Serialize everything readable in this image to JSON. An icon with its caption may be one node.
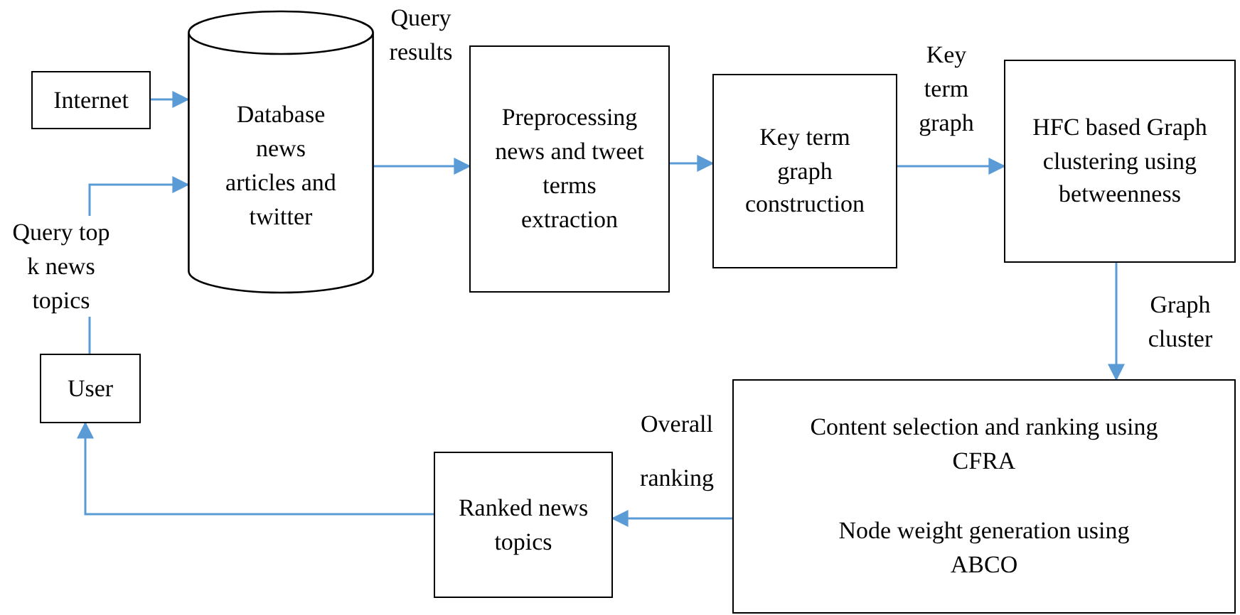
{
  "diagram": {
    "nodes": [
      {
        "text": [
          "Internet"
        ]
      },
      {
        "text": [
          "Database news articles and twitter"
        ]
      },
      {
        "text": [
          "Preprocessing news and tweet terms extraction"
        ]
      },
      {
        "text": [
          "Key term graph construction"
        ]
      },
      {
        "text": [
          "HFC based Graph clustering using betweenness"
        ]
      },
      {
        "text": [
          "Content selection and ranking using CFRA",
          "Node weight generation using ABCO"
        ]
      },
      {
        "text": [
          "Ranked news topics"
        ]
      },
      {
        "text": [
          "User"
        ]
      }
    ],
    "edges": [
      {
        "from": 0,
        "to": 1,
        "arrow": "to"
      },
      {
        "from": 7,
        "to": 1,
        "arrow": "to",
        "label": "Query top k news topics"
      },
      {
        "from": 1,
        "to": 2,
        "arrow": "to",
        "label": "Query results"
      },
      {
        "from": 2,
        "to": 3,
        "arrow": "to"
      },
      {
        "from": 3,
        "to": 4,
        "arrow": "to",
        "label": "Key term graph"
      },
      {
        "from": 4,
        "to": 5,
        "arrow": "to",
        "label": "Graph cluster"
      },
      {
        "from": 5,
        "to": 6,
        "arrow": "to",
        "label": "Overall ranking"
      },
      {
        "from": 6,
        "to": 7,
        "arrow": "to"
      }
    ]
  }
}
